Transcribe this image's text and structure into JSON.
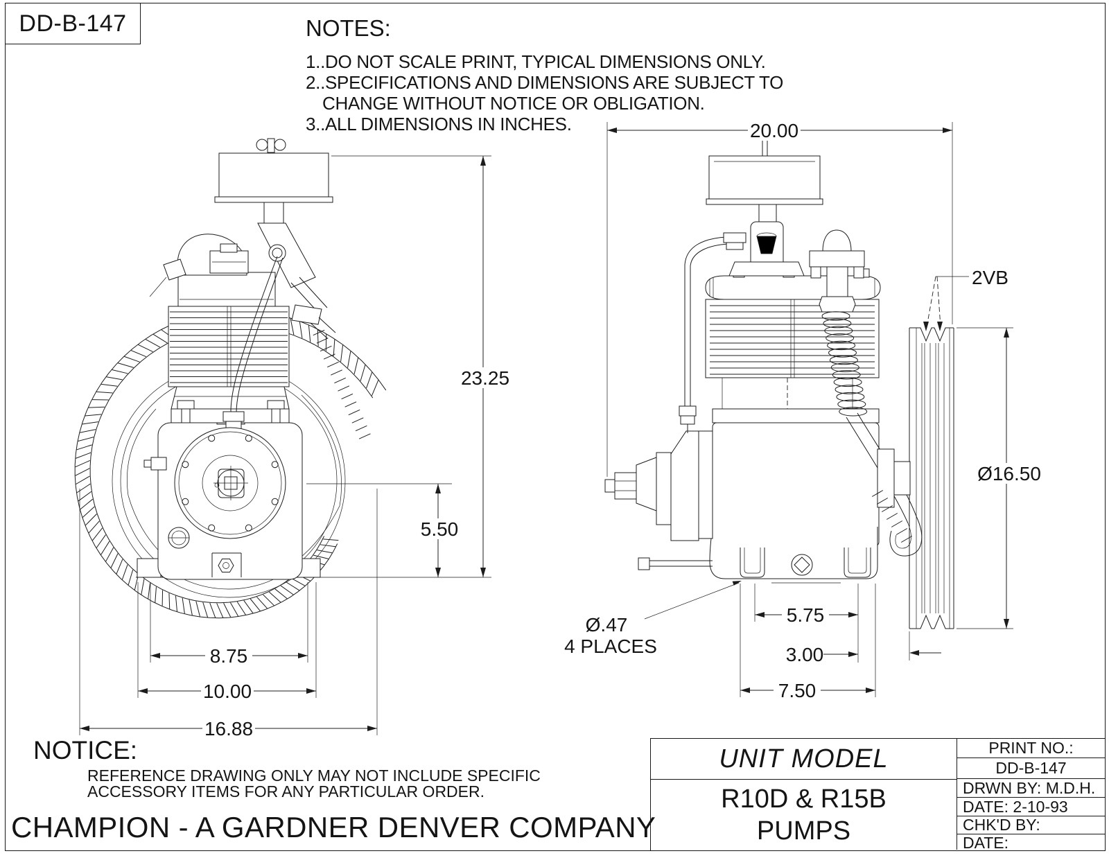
{
  "page": {
    "print_no_box": "DD-B-147"
  },
  "notes": {
    "heading": "NOTES:",
    "line1": "1..DO NOT SCALE PRINT, TYPICAL DIMENSIONS ONLY.",
    "line2": "2..SPECIFICATIONS AND DIMENSIONS ARE SUBJECT TO",
    "line3": "CHANGE WITHOUT NOTICE OR OBLIGATION.",
    "line4": "3..ALL DIMENSIONS IN INCHES."
  },
  "front_view": {
    "overall_height": "23.25",
    "crankshaft_height": "5.50",
    "mount_span_inner": "8.75",
    "mount_span_mid": "10.00",
    "overall_width": "16.88"
  },
  "side_view": {
    "overall_width": "20.00",
    "belt_groove": "2VB",
    "flywheel_diameter": "Ø16.50",
    "mounting_hole_dia": "Ø.47",
    "mounting_hole_places": "4 PLACES",
    "foot_hole_span": "5.75",
    "pulley_offset": "3.00",
    "foot_span": "7.50"
  },
  "notice": {
    "heading": "NOTICE:",
    "line1": "REFERENCE DRAWING ONLY MAY NOT INCLUDE SPECIFIC",
    "line2": "ACCESSORY ITEMS FOR ANY PARTICULAR ORDER."
  },
  "company": "CHAMPION - A GARDNER DENVER COMPANY",
  "title_block": {
    "unit_model_label": "UNIT MODEL",
    "model_line1": "R10D & R15B",
    "model_line2": "PUMPS",
    "print_no_label": "PRINT NO.:",
    "print_no_value": "DD-B-147",
    "drawn_by": "DRWN BY: M.D.H.",
    "drawn_date": "DATE: 2-10-93",
    "checked_by": "CHK'D BY:",
    "checked_date": "DATE:"
  }
}
